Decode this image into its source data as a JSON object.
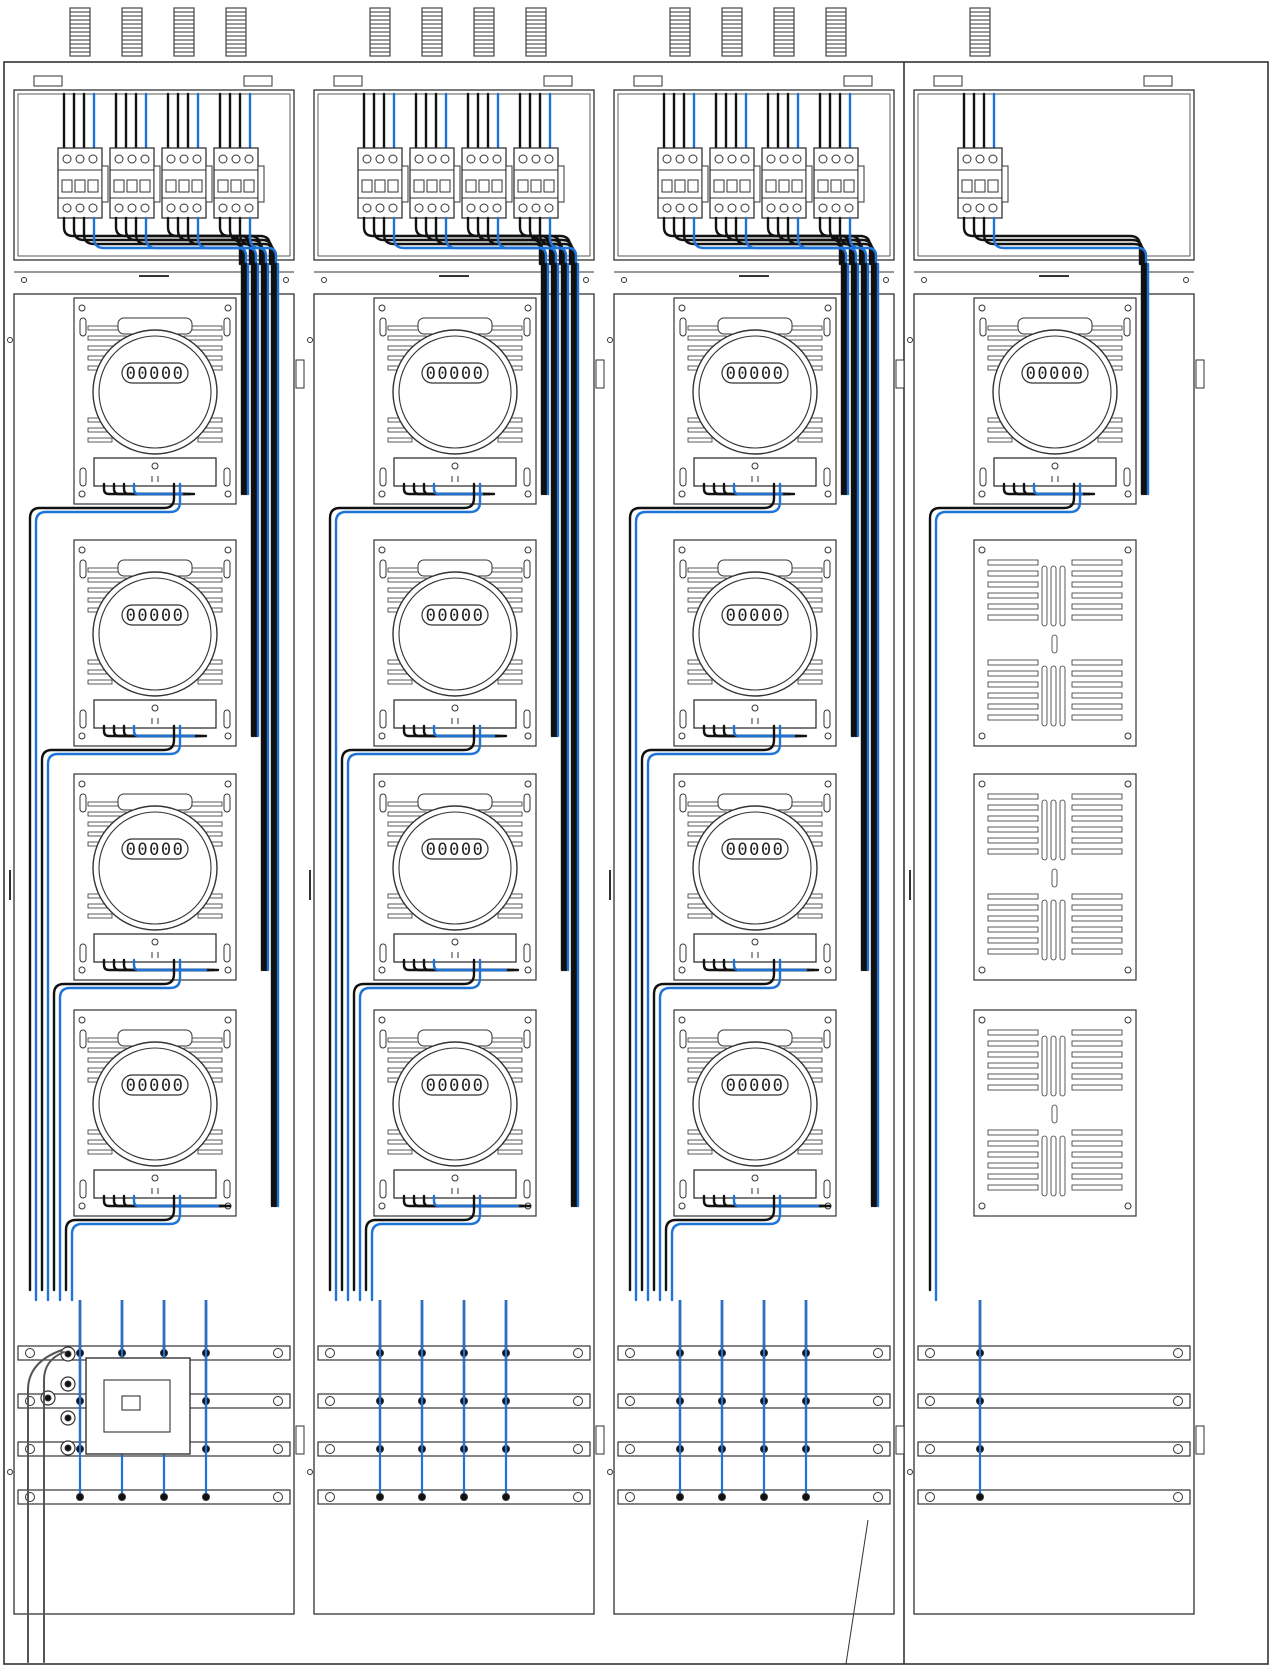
{
  "diagram": {
    "type": "electrical-meter-cabinet-wiring",
    "cabinet_sections": [
      {
        "id": "section-1",
        "breakers": 4,
        "meters": 4,
        "blank_mounting_plates": 0,
        "main_switch": true
      },
      {
        "id": "section-2",
        "breakers": 4,
        "meters": 4,
        "blank_mounting_plates": 0,
        "main_switch": false
      },
      {
        "id": "section-3",
        "breakers": 4,
        "meters": 4,
        "blank_mounting_plates": 0,
        "main_switch": false
      },
      {
        "id": "section-4",
        "breakers": 1,
        "meters": 1,
        "blank_mounting_plates": 3,
        "main_switch": false
      }
    ],
    "meter_reading": "00000",
    "wire_colors": {
      "phase": "#111111",
      "neutral": "#1e73d8",
      "outline": "#333333",
      "earth_conduit": "#555555"
    },
    "icons": [
      "cable-gland-icon",
      "circuit-breaker-icon",
      "energy-meter-icon",
      "busbar-icon",
      "main-switch-icon",
      "mounting-plate-icon"
    ]
  }
}
